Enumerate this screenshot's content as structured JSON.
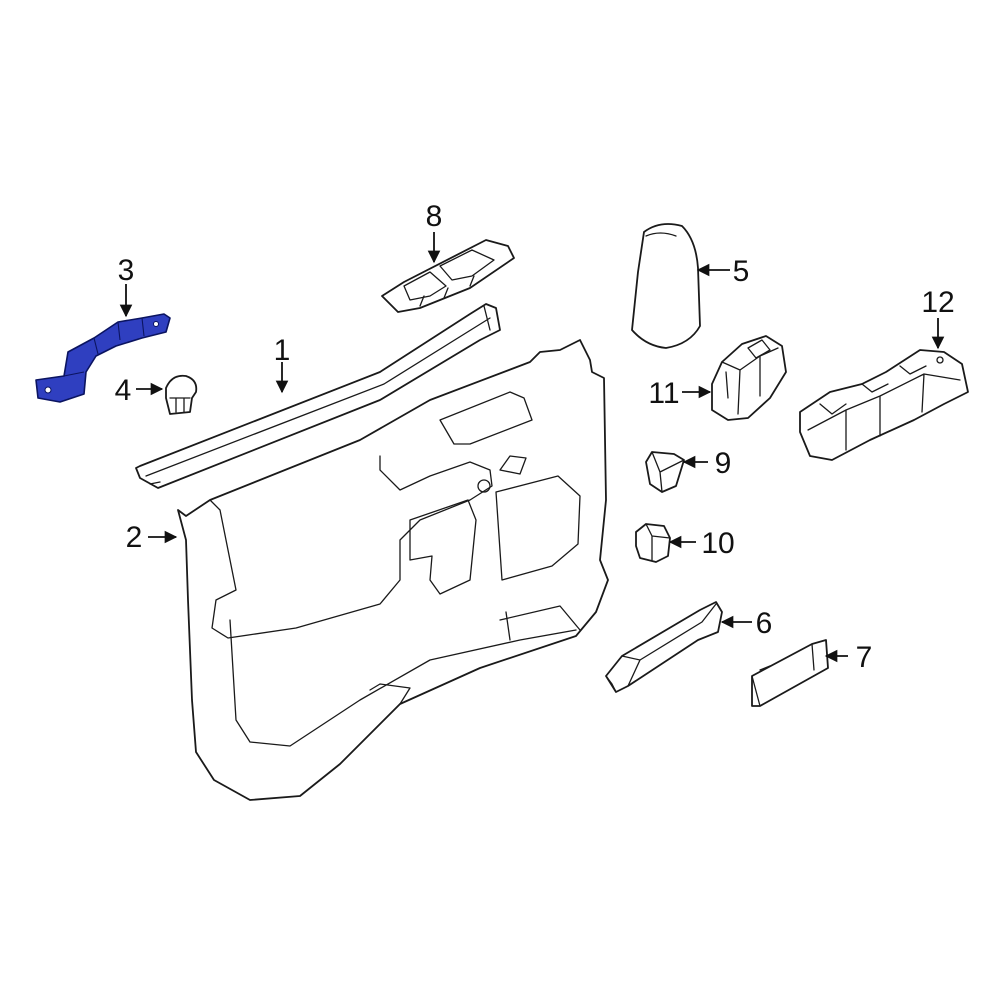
{
  "colors": {
    "highlight_fill": "#2f3fc0",
    "highlight_stroke": "#0b1460",
    "line": "#1a1a1a",
    "background": "#ffffff"
  },
  "highlighted_part": "3",
  "callouts": [
    {
      "id": "c1",
      "label": "1"
    },
    {
      "id": "c2",
      "label": "2"
    },
    {
      "id": "c3",
      "label": "3"
    },
    {
      "id": "c4",
      "label": "4"
    },
    {
      "id": "c5",
      "label": "5"
    },
    {
      "id": "c6",
      "label": "6"
    },
    {
      "id": "c7",
      "label": "7"
    },
    {
      "id": "c8",
      "label": "8"
    },
    {
      "id": "c9",
      "label": "9"
    },
    {
      "id": "c10",
      "label": "10"
    },
    {
      "id": "c11",
      "label": "11"
    },
    {
      "id": "c12",
      "label": "12"
    }
  ]
}
